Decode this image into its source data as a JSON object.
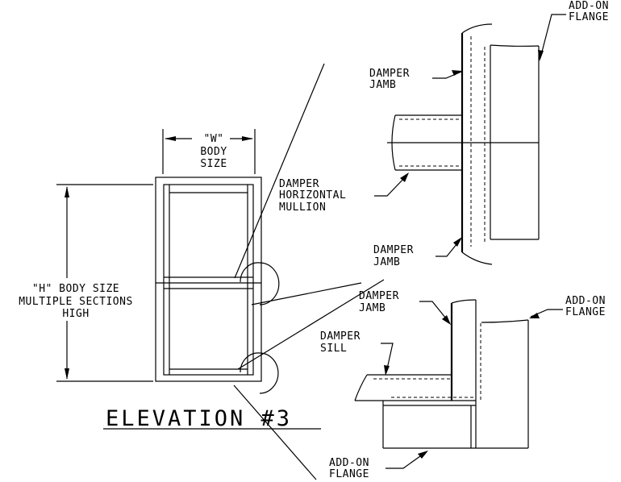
{
  "labels": {
    "width_dim": [
      "\"W\"",
      "BODY",
      "SIZE"
    ],
    "height_dim": [
      "\"H\" BODY SIZE",
      "MULTIPLE SECTIONS",
      "HIGH"
    ],
    "elevation_title": "ELEVATION #3",
    "damper_jamb_top": [
      "DAMPER",
      "JAMB"
    ],
    "add_on_flange_top": [
      "ADD-ON",
      "FLANGE"
    ],
    "damper_horizontal_mullion": [
      "DAMPER",
      "HORIZONTAL",
      "MULLION"
    ],
    "damper_jamb_mid": [
      "DAMPER",
      "JAMB"
    ],
    "damper_jamb_lower": [
      "DAMPER",
      "JAMB"
    ],
    "add_on_flange_right": [
      "ADD-ON",
      "FLANGE"
    ],
    "damper_sill": [
      "DAMPER",
      "SILL"
    ],
    "add_on_flange_bottom": [
      "ADD-ON",
      "FLANGE"
    ]
  }
}
